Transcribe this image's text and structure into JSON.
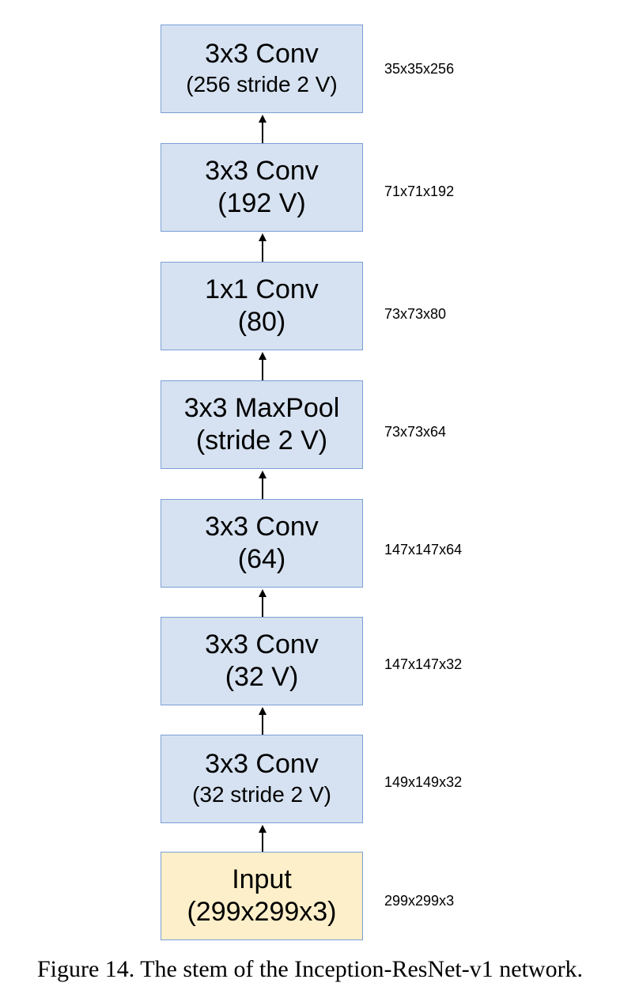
{
  "colors": {
    "layer_fill": "#d6e2f1",
    "input_fill": "#fcefc9",
    "border": "#7a9fd6",
    "arrow": "#000000"
  },
  "layers": [
    {
      "line1": "3x3 Conv",
      "line2": "(256 stride 2 V)",
      "output_dim": "35x35x256"
    },
    {
      "line1": "3x3 Conv",
      "line2": "(192 V)",
      "output_dim": "71x71x192"
    },
    {
      "line1": "1x1 Conv",
      "line2": "(80)",
      "output_dim": "73x73x80"
    },
    {
      "line1": "3x3 MaxPool",
      "line2": "(stride 2 V)",
      "output_dim": "73x73x64"
    },
    {
      "line1": "3x3 Conv",
      "line2": "(64)",
      "output_dim": "147x147x64"
    },
    {
      "line1": "3x3 Conv",
      "line2": "(32 V)",
      "output_dim": "147x147x32"
    },
    {
      "line1": "3x3 Conv",
      "line2": "(32 stride 2 V)",
      "output_dim": "149x149x32"
    },
    {
      "line1": "Input",
      "line2": "(299x299x3)",
      "output_dim": "299x299x3"
    }
  ],
  "caption": "Figure 14. The stem of the Inception-ResNet-v1 network."
}
